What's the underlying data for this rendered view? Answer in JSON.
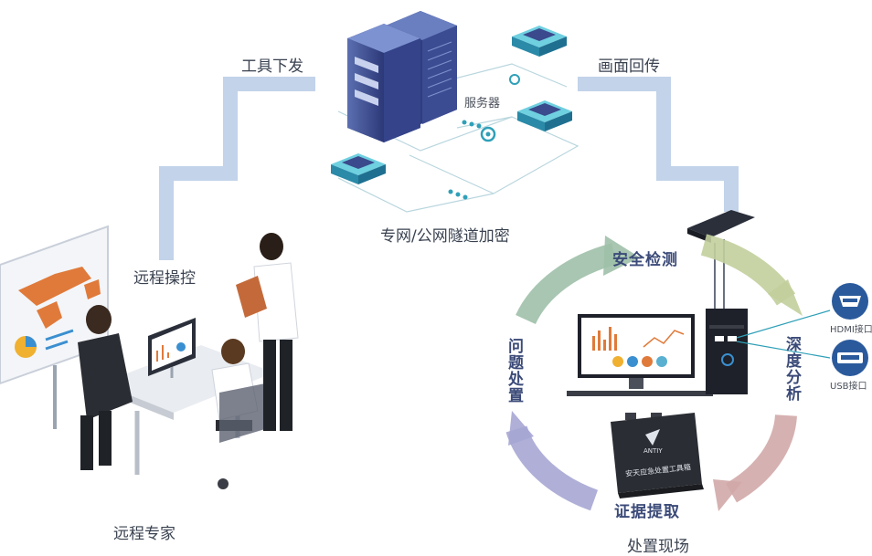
{
  "labels": {
    "tool_delivery": "工具下发",
    "screen_return": "画面回传",
    "server": "服务器",
    "tunnel": "专网/公网隧道加密",
    "remote_control": "远程操控",
    "remote_expert": "远程专家",
    "onsite": "处置现场",
    "hdmi": "HDMI接口",
    "usb": "USB接口",
    "case_brand": "ANTIY",
    "case_label": "安天应急处置工具箱"
  },
  "cycle": {
    "security_detection": "安全检测",
    "deep_analysis": "深度分析",
    "evidence_extraction": "证据提取",
    "issue_handling": "问题处置"
  },
  "colors": {
    "path_blue": "#b9cde6",
    "server_navy": "#3a4a8c",
    "node_teal": "#2fa0b8",
    "arrow_green": "#8fb29a",
    "arrow_olive": "#b8c79a",
    "arrow_rose": "#c99a9a",
    "arrow_purple": "#8f8fc4"
  }
}
